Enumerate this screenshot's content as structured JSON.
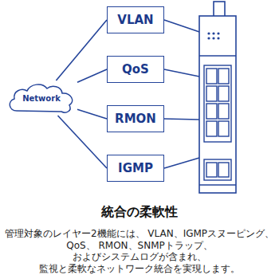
{
  "diagram": {
    "title": "統合の柔軟性",
    "caption": "管理対象のレイヤー2機能には、 VLAN、IGMPスヌーピング、QoS、 RMON、SNMPトラップ、およびシステムログが含まれ、 監視と柔軟なネットワーク統合を実現します。",
    "nodes": [
      {
        "text": [
          "Network"
        ]
      },
      {
        "text": [
          "VLAN"
        ]
      },
      {
        "text": [
          "QoS"
        ]
      },
      {
        "text": [
          "RMON"
        ]
      },
      {
        "text": [
          "IGMP"
        ]
      }
    ],
    "edges": [
      {
        "from": 0,
        "to": 1,
        "arrow": "none"
      },
      {
        "from": 0,
        "to": 2,
        "arrow": "none"
      },
      {
        "from": 0,
        "to": 3,
        "arrow": "none"
      },
      {
        "from": 0,
        "to": 4,
        "arrow": "none"
      }
    ]
  }
}
